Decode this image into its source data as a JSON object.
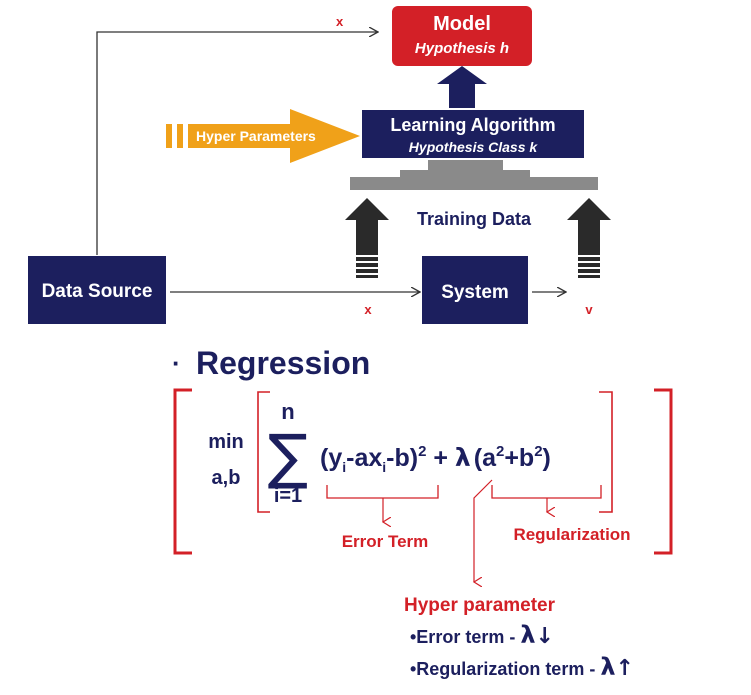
{
  "flow": {
    "model_title": "Model",
    "model_subtitle": "Hypothesis h",
    "learning_title": "Learning Algorithm",
    "learning_subtitle": "Hypothesis Class k",
    "hyper_parameters": "Hyper Parameters",
    "training_data": "Training Data",
    "data_source": "Data Source",
    "system": "System",
    "x_top": "x",
    "x_bottom": "x",
    "v_bottom": "v"
  },
  "regression": {
    "bullet": "·",
    "heading": "Regression",
    "min_label": "min",
    "min_sub": "a,b",
    "sum_top": "n",
    "sum_symbol": "∑",
    "sum_bottom": "i=1",
    "formula": {
      "open": "(y",
      "sub_i1": "i",
      "mid": "-ax",
      "sub_i2": "i",
      "close": "-b)",
      "sq1": "2",
      "plus": " + ",
      "lambda": "λ",
      "open2": "(a",
      "sq2": "2",
      "plus_b": "+b",
      "sq3": "2",
      "close2": ")"
    },
    "error_term": "Error Term",
    "regularization": "Regularization",
    "hyper_parameter": "Hyper parameter",
    "note1_text": "•Error term - ",
    "note1_lambda": "λ",
    "note1_arrow": "↓",
    "note2_text": "•Regularization term - ",
    "note2_lambda": "λ",
    "note2_arrow": "↑"
  },
  "colors": {
    "navy": "#1c1f5e",
    "red": "#d32027",
    "orange": "#f0a119",
    "gray": "#8a8a8a",
    "dark": "#2a2a2a"
  }
}
